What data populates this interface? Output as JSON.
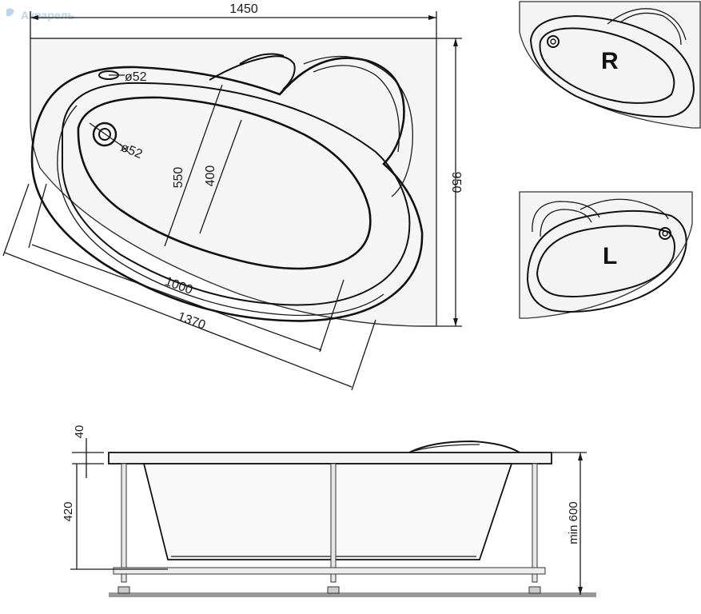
{
  "watermark": "Акварель",
  "plan": {
    "width_dim": "1450",
    "height_dim": "950",
    "inner_width_dim": "550",
    "inner_length_dim": "400",
    "diagonal_inner_dim": "1000",
    "diagonal_outer_dim": "1370",
    "overflow_label": "ø52",
    "drain_label": "ø52"
  },
  "variants": {
    "right_label": "R",
    "left_label": "L"
  },
  "side_view": {
    "rim_dim": "40",
    "depth_dim": "420",
    "height_dim": "min 600"
  }
}
